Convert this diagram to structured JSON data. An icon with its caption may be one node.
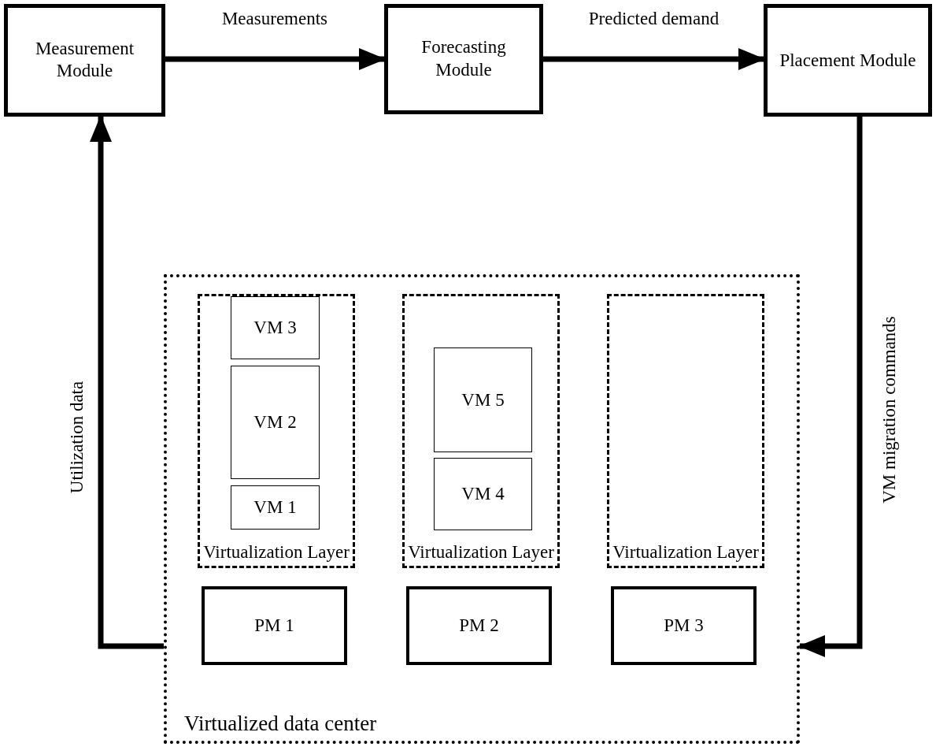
{
  "diagram": {
    "nodes": [
      {
        "text": [
          "Measurement Module"
        ]
      },
      {
        "text": [
          "Forecasting Module"
        ]
      },
      {
        "text": [
          "Placement Module"
        ]
      },
      {
        "text": [
          "Virtualized data center"
        ]
      },
      {
        "text": [
          "Virtualization Layer"
        ],
        "in": 3
      },
      {
        "text": [
          "VM 3"
        ],
        "in": 4
      },
      {
        "text": [
          "VM 2"
        ],
        "in": 4
      },
      {
        "text": [
          "VM 1"
        ],
        "in": 4
      },
      {
        "text": [
          "Virtualization Layer"
        ],
        "in": 3
      },
      {
        "text": [
          "VM 5"
        ],
        "in": 8
      },
      {
        "text": [
          "VM 4"
        ],
        "in": 8
      },
      {
        "text": [
          "Virtualization Layer"
        ],
        "in": 3
      },
      {
        "text": [
          "PM 1"
        ],
        "in": 3
      },
      {
        "text": [
          "PM 2"
        ],
        "in": 3
      },
      {
        "text": [
          "PM 3"
        ],
        "in": 3
      }
    ],
    "edges": [
      {
        "from": 0,
        "to": 1,
        "arrow": "to",
        "label": "Measurements"
      },
      {
        "from": 1,
        "to": 2,
        "arrow": "to",
        "label": "Predicted demand"
      },
      {
        "from": 2,
        "to": 3,
        "arrow": "to",
        "label": "VM migration commands"
      },
      {
        "from": 3,
        "to": 0,
        "arrow": "to",
        "label": "Utilization data"
      }
    ]
  }
}
